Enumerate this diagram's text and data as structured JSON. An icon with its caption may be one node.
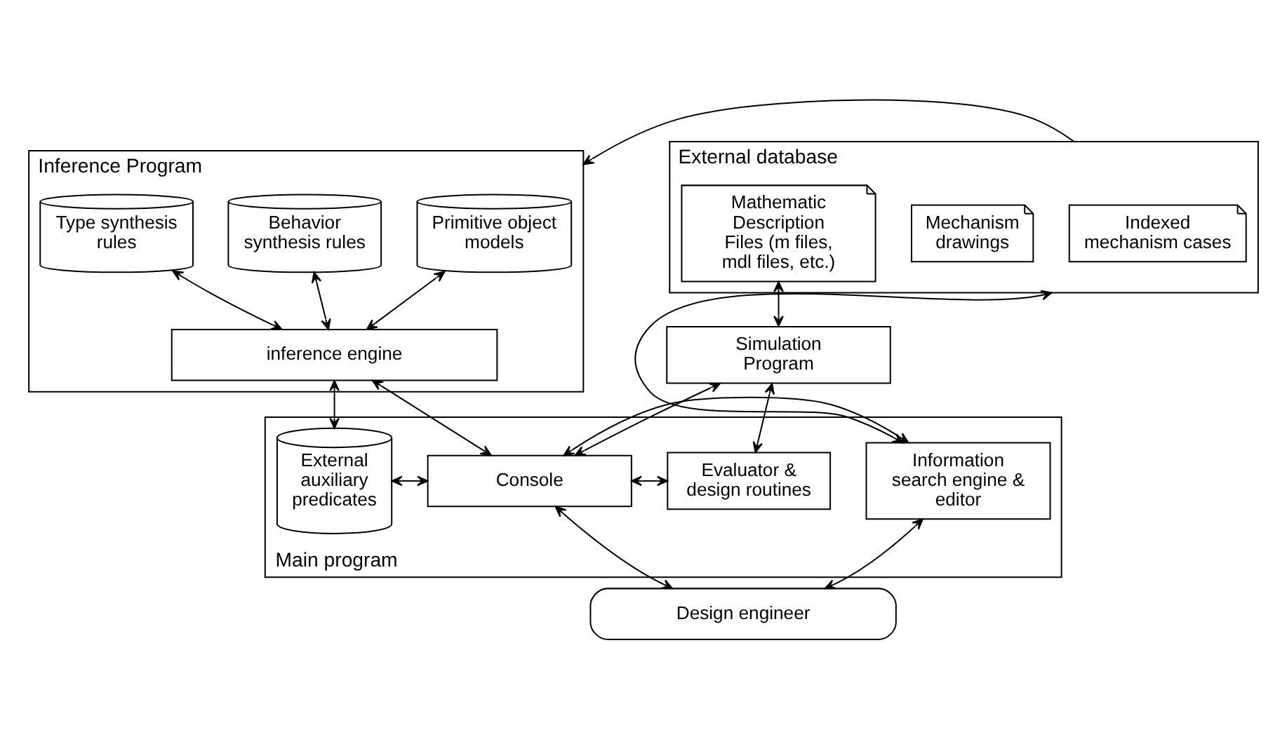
{
  "diagram": {
    "nodes": [
      {
        "text": [
          "Inference Program"
        ]
      },
      {
        "text": [
          "Primitive object models"
        ],
        "in": 0
      },
      {
        "text": [
          "Behavior synthesis rules"
        ],
        "in": 0
      },
      {
        "text": [
          "Type synthesis rules"
        ],
        "in": 0
      },
      {
        "text": [
          "inference engine"
        ],
        "in": 0
      },
      {
        "text": [
          "External database"
        ]
      },
      {
        "text": [
          "Indexed mechanism cases"
        ],
        "in": 5
      },
      {
        "text": [
          "Mechanism drawings"
        ],
        "in": 5
      },
      {
        "text": [
          "Mathematic Description Files (m files, mdl files, etc.)"
        ],
        "in": 5
      },
      {
        "text": [
          "Simulation Program"
        ]
      },
      {
        "text": [
          "Main program"
        ]
      },
      {
        "text": [
          "External auxiliary predicates"
        ],
        "in": 10
      },
      {
        "text": [
          "Console"
        ],
        "in": 10
      },
      {
        "text": [
          "Information search engine & editor"
        ],
        "in": 10
      },
      {
        "text": [
          "Evaluator & design routines"
        ],
        "in": 10
      },
      {
        "text": [
          "Design engineer"
        ]
      }
    ],
    "edges": [
      {
        "from": 1,
        "to": 4,
        "arrow": "both"
      },
      {
        "from": 2,
        "to": 4,
        "arrow": "both"
      },
      {
        "from": 3,
        "to": 4,
        "arrow": "both"
      },
      {
        "from": 4,
        "to": 11,
        "arrow": "both"
      },
      {
        "from": 4,
        "to": 12,
        "arrow": "both"
      },
      {
        "from": 5,
        "to": 13,
        "arrow": "both"
      },
      {
        "from": 5,
        "to": 0,
        "arrow": "to"
      },
      {
        "from": 8,
        "to": 9,
        "arrow": "both"
      },
      {
        "from": 12,
        "to": 9,
        "arrow": "both"
      },
      {
        "from": 9,
        "to": 14,
        "arrow": "both"
      },
      {
        "from": 11,
        "to": 12,
        "arrow": "both"
      },
      {
        "from": 12,
        "to": 13,
        "arrow": "both"
      },
      {
        "from": 12,
        "to": 14,
        "arrow": "both"
      },
      {
        "from": 12,
        "to": 15,
        "arrow": "both"
      },
      {
        "from": 13,
        "to": 15,
        "arrow": "both"
      }
    ]
  }
}
